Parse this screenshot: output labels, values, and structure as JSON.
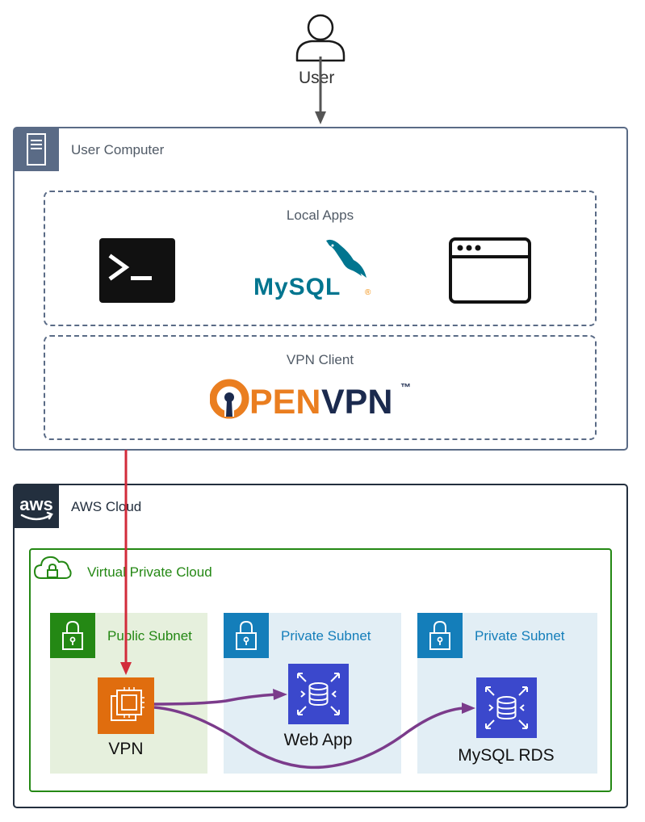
{
  "user": {
    "label": "User"
  },
  "user_computer": {
    "label": "User Computer"
  },
  "local_apps": {
    "label": "Local Apps",
    "mysql_logo_text": "MySQL",
    "mysql_logo_mark": "®"
  },
  "vpn_client": {
    "label": "VPN Client",
    "openvpn_logo_part1": "PEN",
    "openvpn_logo_part2": "VPN",
    "openvpn_logo_tm": "™"
  },
  "aws": {
    "badge_text": "aws",
    "label": "AWS Cloud",
    "vpc": {
      "label": "Virtual Private Cloud",
      "public_subnet": {
        "label": "Public Subnet",
        "node_label": "VPN"
      },
      "private_subnet_1": {
        "label": "Private Subnet",
        "node_label": "Web App"
      },
      "private_subnet_2": {
        "label": "Private Subnet",
        "node_label": "MySQL RDS"
      }
    }
  },
  "colors": {
    "user_computer_border": "#5a6b86",
    "dashed_border": "#5a6b86",
    "aws_border": "#232f3e",
    "vpc_green": "#248814",
    "public_subnet_bg": "#e6f0dd",
    "private_subnet_bg": "#e2eef5",
    "private_blue": "#147eba",
    "ec2_orange": "#e06d0e",
    "rds_blue": "#3b48cc",
    "red_line": "#d22b3a",
    "purple_line": "#7b3b8b",
    "openvpn_orange": "#ea7e20",
    "openvpn_navy": "#1b2a4e",
    "mysql_blue": "#00758f",
    "mysql_orange": "#f29111"
  }
}
